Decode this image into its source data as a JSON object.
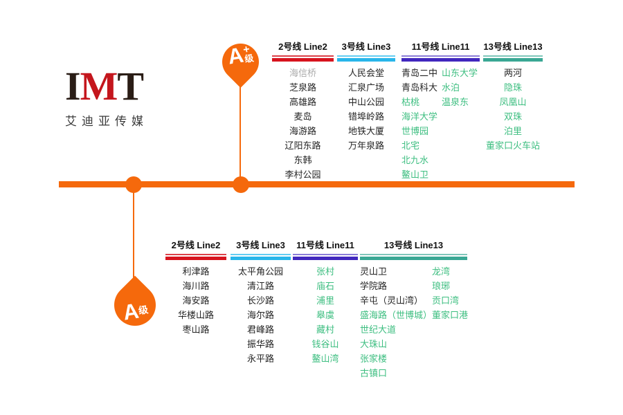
{
  "logo": {
    "i": "I",
    "m": "M",
    "t": "T",
    "subtitle": "艾迪亚传媒"
  },
  "colors": {
    "orange": "#F5690C",
    "green": "#3DBE80",
    "grey": "#ABABAB",
    "ink": "#242424",
    "logo-red": "#C4161D",
    "logo-dark": "#2A1D16",
    "line2": "#D7141E",
    "line2-light": "#DC4048",
    "line3": "#29B6EA",
    "line3-light": "#63CDF2",
    "line11": "#4128BE",
    "line11-light": "#8B7DD8",
    "line13": "#3AA794",
    "line13-light": "#7FC6BA"
  },
  "markers": {
    "top": {
      "main": "A",
      "sup": "+",
      "suffix": "级"
    },
    "bottom": {
      "main": "A",
      "suffix": "级"
    }
  },
  "top_section": {
    "columns": [
      {
        "header": "2号线 Line2",
        "stations": [
          {
            "n": "海信桥",
            "tone": "grey"
          },
          {
            "n": "芝泉路"
          },
          {
            "n": "高雄路"
          },
          {
            "n": "麦岛"
          },
          {
            "n": "海游路"
          },
          {
            "n": "辽阳东路"
          },
          {
            "n": "东韩"
          },
          {
            "n": "李村公园"
          }
        ]
      },
      {
        "header": "3号线 Line3",
        "stations": [
          {
            "n": "人民会堂"
          },
          {
            "n": "汇泉广场"
          },
          {
            "n": "中山公园"
          },
          {
            "n": "错埠岭路"
          },
          {
            "n": "地铁大厦"
          },
          {
            "n": "万年泉路"
          }
        ]
      },
      {
        "header": "11号线 Line11",
        "sub_a": [
          {
            "n": "青岛二中"
          },
          {
            "n": "青岛科大"
          },
          {
            "n": "枯桃",
            "tone": "green"
          },
          {
            "n": "海洋大学",
            "tone": "green"
          },
          {
            "n": "世博园",
            "tone": "green"
          },
          {
            "n": "北宅",
            "tone": "green"
          },
          {
            "n": "北九水",
            "tone": "green"
          },
          {
            "n": "鳌山卫",
            "tone": "green"
          }
        ],
        "sub_b": [
          {
            "n": "山东大学",
            "tone": "green"
          },
          {
            "n": "水泊",
            "tone": "green"
          },
          {
            "n": "温泉东",
            "tone": "green"
          }
        ]
      },
      {
        "header": "13号线 Line13",
        "stations": [
          {
            "n": "两河"
          },
          {
            "n": "隐珠",
            "tone": "green"
          },
          {
            "n": "凤凰山",
            "tone": "green"
          },
          {
            "n": "双珠",
            "tone": "green"
          },
          {
            "n": "泊里",
            "tone": "green"
          },
          {
            "n": "董家口火车站",
            "tone": "green"
          }
        ]
      }
    ]
  },
  "bottom_section": {
    "columns": [
      {
        "header": "2号线 Line2",
        "stations": [
          {
            "n": "利津路"
          },
          {
            "n": "海川路"
          },
          {
            "n": "海安路"
          },
          {
            "n": "华楼山路"
          },
          {
            "n": "枣山路"
          }
        ]
      },
      {
        "header": "3号线 Line3",
        "stations": [
          {
            "n": "太平角公园"
          },
          {
            "n": "清江路"
          },
          {
            "n": "长沙路"
          },
          {
            "n": "海尔路"
          },
          {
            "n": "君峰路"
          },
          {
            "n": "振华路"
          },
          {
            "n": "永平路"
          }
        ]
      },
      {
        "header": "11号线 Line11",
        "stations": [
          {
            "n": "张村",
            "tone": "green"
          },
          {
            "n": "庙石",
            "tone": "green"
          },
          {
            "n": "浦里",
            "tone": "green"
          },
          {
            "n": "皋虞",
            "tone": "green"
          },
          {
            "n": "藏村",
            "tone": "green"
          },
          {
            "n": "钱谷山",
            "tone": "green"
          },
          {
            "n": "鳌山湾",
            "tone": "green"
          }
        ]
      },
      {
        "header": "13号线 Line13",
        "sub_a": [
          {
            "n": "灵山卫"
          },
          {
            "n": "学院路"
          },
          {
            "n": "辛屯（灵山湾）"
          },
          {
            "n": "盛海路（世博城）",
            "tone": "green"
          },
          {
            "n": "世纪大道",
            "tone": "green"
          },
          {
            "n": "大珠山",
            "tone": "green"
          },
          {
            "n": "张家楼",
            "tone": "green"
          },
          {
            "n": "古镇口",
            "tone": "green"
          }
        ],
        "sub_b": [
          {
            "n": "龙湾",
            "tone": "green"
          },
          {
            "n": "琅琊",
            "tone": "green"
          },
          {
            "n": "贡口湾",
            "tone": "green"
          },
          {
            "n": "董家口港",
            "tone": "green"
          }
        ]
      }
    ]
  }
}
